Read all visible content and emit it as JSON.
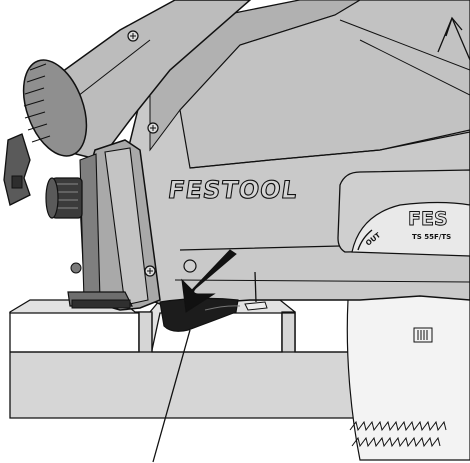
{
  "figure": {
    "brand_text": "FESTOOL",
    "side_brand_text": "FES",
    "model_text": "TS 55F/TS",
    "dial_text": "OUT",
    "colors": {
      "housing": "#c9c9c9",
      "housing_dark": "#9d9d9d",
      "motor": "#bcbcbc",
      "knob": "#3b3b3b",
      "workpiece": "#d6d6d6",
      "outline": "#111111",
      "blade_window": "#e9e9e9",
      "arrow": "#111111",
      "background": "#ffffff"
    },
    "icons": [
      "rotation-arrow-icon",
      "direction-arrow-icon",
      "screw-icon"
    ]
  }
}
